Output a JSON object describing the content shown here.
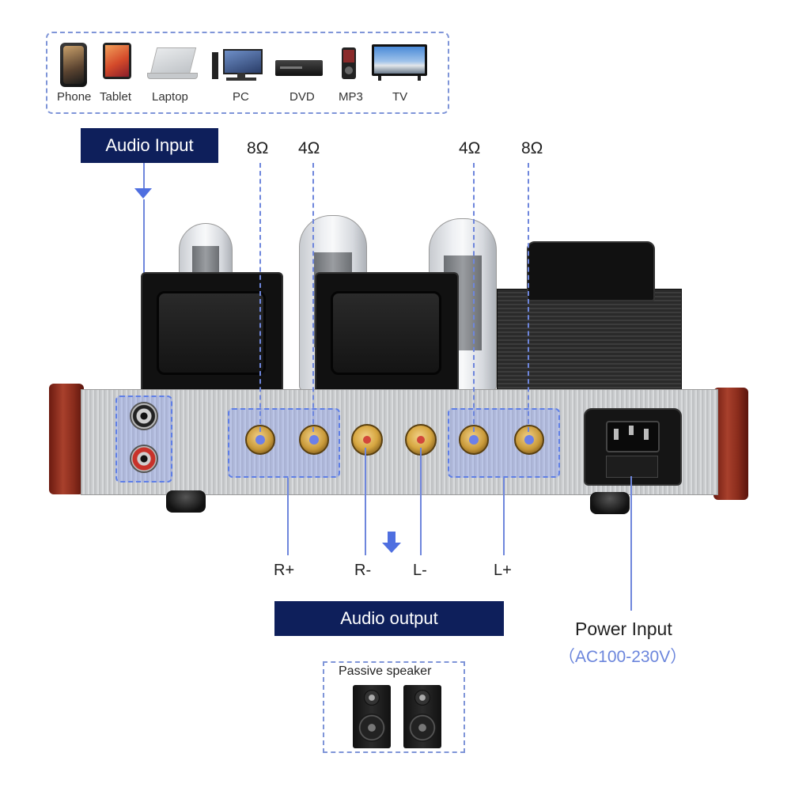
{
  "devices": [
    {
      "icon": "phone-icon",
      "label": "Phone"
    },
    {
      "icon": "tablet-icon",
      "label": "Tablet"
    },
    {
      "icon": "laptop-icon",
      "label": "Laptop"
    },
    {
      "icon": "pc-icon",
      "label": "PC"
    },
    {
      "icon": "dvd-player-icon",
      "label": "DVD"
    },
    {
      "icon": "mp3-player-icon",
      "label": "MP3"
    },
    {
      "icon": "tv-icon",
      "label": "TV"
    }
  ],
  "audio_input": {
    "title": "Audio Input"
  },
  "impedance": {
    "r_8": "8Ω",
    "r_4": "4Ω",
    "l_4": "4Ω",
    "l_8": "8Ω"
  },
  "terminals": {
    "r_plus": "R+",
    "r_minus": "R-",
    "l_minus": "L-",
    "l_plus": "L+"
  },
  "audio_output": {
    "title": "Audio output"
  },
  "power_input": {
    "title": "Power Input",
    "spec": "（AC100-230V）"
  },
  "speaker": {
    "label": "Passive speaker"
  },
  "colors": {
    "banner": "#0e1f5b",
    "accent": "#6c86dc",
    "highlight": "#5f7fe6"
  }
}
